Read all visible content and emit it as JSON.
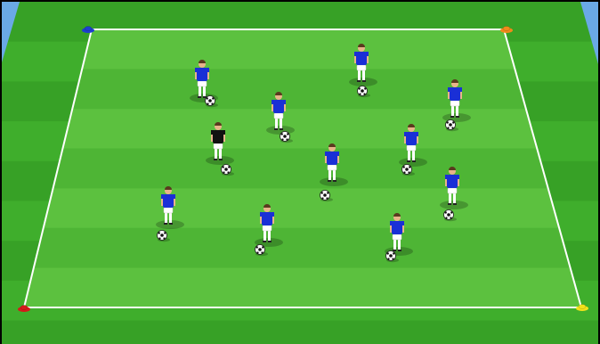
{
  "scene": {
    "pitch_colors": {
      "stripe_light": "#5cc13f",
      "stripe_dark": "#4eb535",
      "outer_light": "#3fae2c",
      "outer_dark": "#37a126",
      "line": "#ffffff",
      "sky": "#6aa9e6"
    },
    "cones": [
      {
        "name": "cone-top-left",
        "color": "#1d3fcf"
      },
      {
        "name": "cone-top-right",
        "color": "#f08a1a"
      },
      {
        "name": "cone-bottom-left",
        "color": "#d61a1a"
      },
      {
        "name": "cone-bottom-right",
        "color": "#f2e21a"
      }
    ],
    "players": [
      {
        "name": "player-1",
        "kit": "blue"
      },
      {
        "name": "player-2",
        "kit": "blue"
      },
      {
        "name": "player-3",
        "kit": "blue"
      },
      {
        "name": "player-4",
        "kit": "blue"
      },
      {
        "name": "player-coach",
        "kit": "black"
      },
      {
        "name": "player-6",
        "kit": "blue"
      },
      {
        "name": "player-7",
        "kit": "blue"
      },
      {
        "name": "player-8",
        "kit": "blue"
      },
      {
        "name": "player-9",
        "kit": "blue"
      },
      {
        "name": "player-10",
        "kit": "blue"
      },
      {
        "name": "player-11",
        "kit": "blue"
      }
    ],
    "kit_colors": {
      "blue": {
        "shirt": "#1a2fd6",
        "shorts": "#ffffff",
        "socks": "#ffffff"
      },
      "black": {
        "shirt": "#111111",
        "shorts": "#ffffff",
        "socks": "#ffffff"
      }
    }
  }
}
